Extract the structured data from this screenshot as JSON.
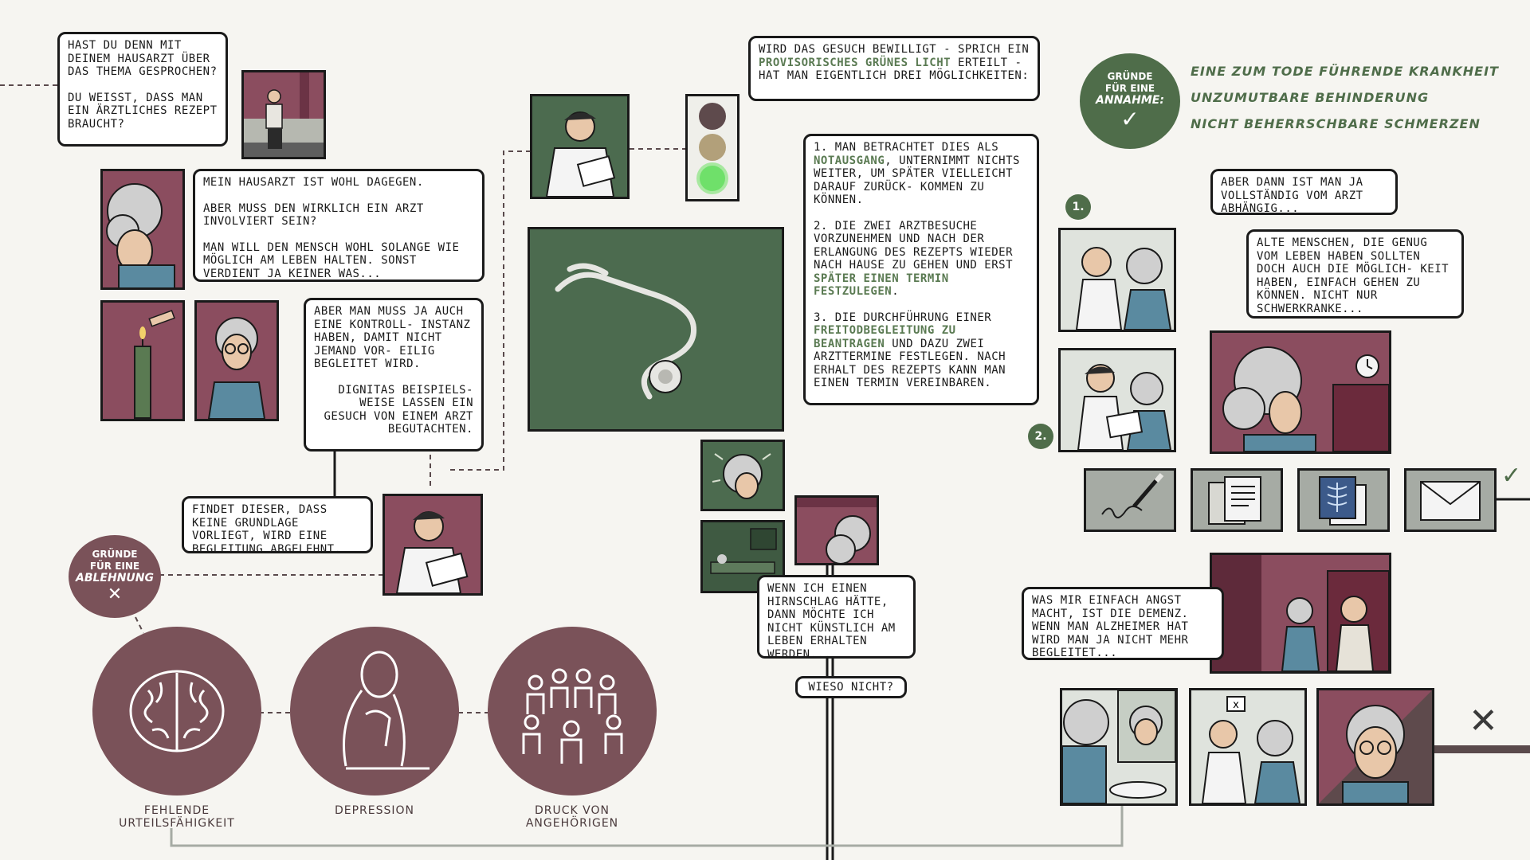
{
  "bubbles": {
    "b1": [
      "HAST DU DENN MIT DEINEM HAUSARZT ÜBER DAS THEMA GESPROCHEN?",
      "DU WEISST, DASS MAN EIN ÄRZTLICHES REZEPT BRAUCHT?"
    ],
    "b2": [
      "MEIN HAUSARZT IST WOHL DAGEGEN.",
      "ABER MUSS DEN WIRKLICH EIN ARZT INVOLVIERT SEIN?",
      "MAN WILL DEN MENSCH WOHL SOLANGE WIE MÖGLICH AM LEBEN HALTEN. SONST VERDIENT JA KEINER WAS..."
    ],
    "b3": [
      "ABER MAN MUSS JA AUCH EINE KONTROLL- INSTANZ HABEN, DAMIT NICHT JEMAND VOR- EILIG BEGLEITET WIRD.",
      "DIGNITAS BEISPIELS- WEISE LASSEN EIN GESUCH VON EINEM ARZT BEGUTACHTEN."
    ],
    "b4": "FINDET DIESER, DASS KEINE GRUNDLAGE VORLIEGT, WIRD EINE BEGLEITUNG ABGELEHNT.",
    "b5_pre": "WIRD DAS GESUCH BEWILLIGT - SPRICH EIN",
    "b5_hl": "PROVISORISCHES GRÜNES LICHT",
    "b5_post": "ERTEILT - HAT MAN EIGENTLICH DREI MÖGLICHKEITEN:",
    "b6": {
      "o1_pre": "1. MAN BETRACHTET DIES ALS",
      "o1_hl": "NOTAUSGANG",
      "o1_post": ", UNTERNIMMT NICHTS WEITER, UM SPÄTER VIELLEICHT DARAUF ZURÜCK- KOMMEN ZU KÖNNEN.",
      "o2_pre": "2. DIE ZWEI ARZTBESUCHE VORZUNEHMEN UND NACH DER ERLANGUNG DES REZEPTS WIEDER NACH HAUSE ZU GEHEN UND ERST",
      "o2_hl": "SPÄTER EINEN TERMIN FESTZULEGEN",
      "o2_post": ".",
      "o3_pre": "3. DIE DURCHFÜHRUNG EINER",
      "o3_hl": "FREITODBEGLEITUNG ZU BEANTRAGEN",
      "o3_post": "UND DAZU ZWEI ARZTTERMINE FESTLEGEN. NACH ERHALT DES REZEPTS KANN MAN EINEN TERMIN VEREINBAREN."
    },
    "b7": "WENN ICH EINEN HIRNSCHLAG HÄTTE, DANN MÖCHTE ICH NICHT KÜNSTLICH AM LEBEN ERHALTEN WERDEN...",
    "b8": "WIESO NICHT?",
    "b9": "ABER DANN IST MAN JA VOLLSTÄNDIG VOM ARZT ABHÄNGIG...",
    "b10": "ALTE MENSCHEN, DIE GENUG VOM LEBEN HABEN SOLLTEN DOCH AUCH DIE MÖGLICH- KEIT HABEN, EINFACH GEHEN ZU KÖNNEN. NICHT NUR SCHWERKRANKE...",
    "b11": "WAS MIR EINFACH ANGST MACHT, IST DIE DEMENZ. WENN MAN ALZHEIMER HAT WIRD MAN JA NICHT MEHR BEGLEITET..."
  },
  "annahme": {
    "badge_lines": [
      "GRÜNDE",
      "FÜR EINE",
      "ANNAHME:"
    ],
    "check": "✓",
    "reasons": [
      "EINE ZUM TODE FÜHRENDE KRANKHEIT",
      "UNZUMUTBARE BEHINDERUNG",
      "NICHT BEHERRSCHBARE SCHMERZEN"
    ]
  },
  "ablehnung": {
    "badge_lines": [
      "GRÜNDE",
      "FÜR EINE",
      "ABLEHNUNG"
    ],
    "cross": "✕",
    "reasons": [
      "FEHLENDE URTEILSFÄHIGKEIT",
      "DEPRESSION",
      "DRUCK VON ANGEHÖRIGEN"
    ]
  },
  "steps": {
    "one": "1.",
    "two": "2."
  },
  "end_marks": {
    "check": "✓",
    "cross": "✕",
    "x_small": "x"
  },
  "colors": {
    "green": "#4f6d4a",
    "maroon": "#8b4d5f",
    "brown_circle": "#7a5259",
    "grey": "#a6aba4"
  }
}
